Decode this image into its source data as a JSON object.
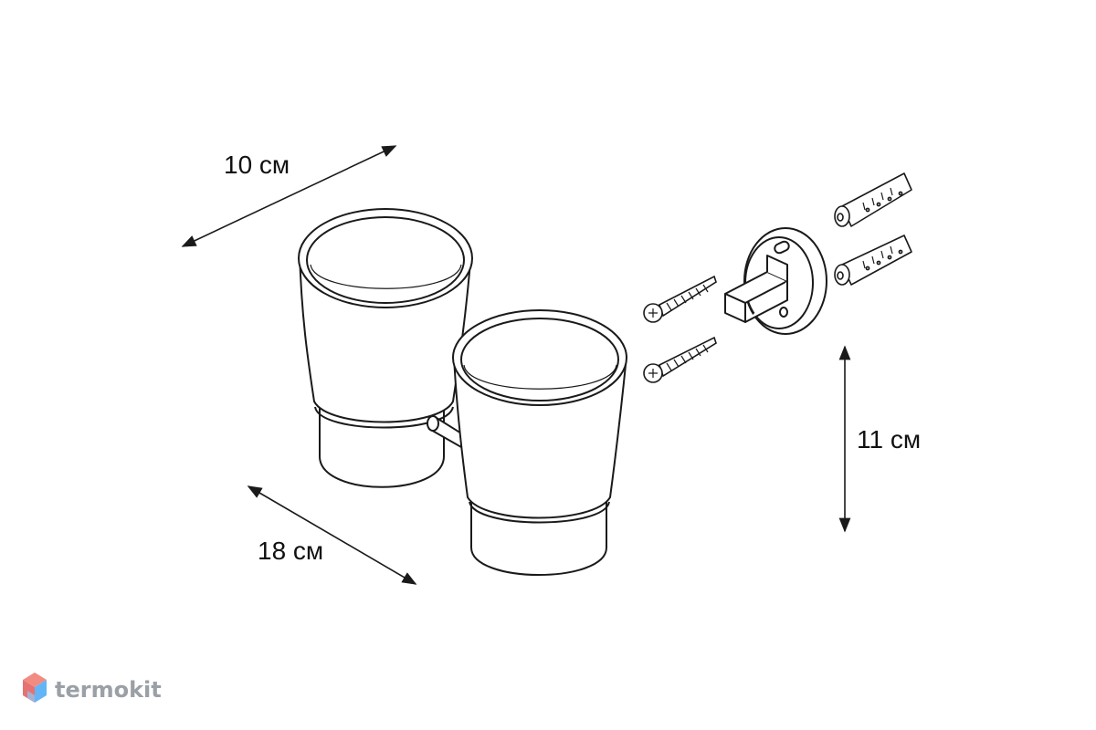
{
  "dimensions": {
    "depth": "10 см",
    "width": "18 см",
    "height": "11 см"
  },
  "brand": {
    "name": "termokit"
  },
  "colors": {
    "line": "#1a1a1a",
    "brand_text": "#9aa0a6",
    "logo_top": "#f28b82",
    "logo_left": "#e57373",
    "logo_right": "#64b5f6",
    "logo_bottom": "#90caf9"
  }
}
